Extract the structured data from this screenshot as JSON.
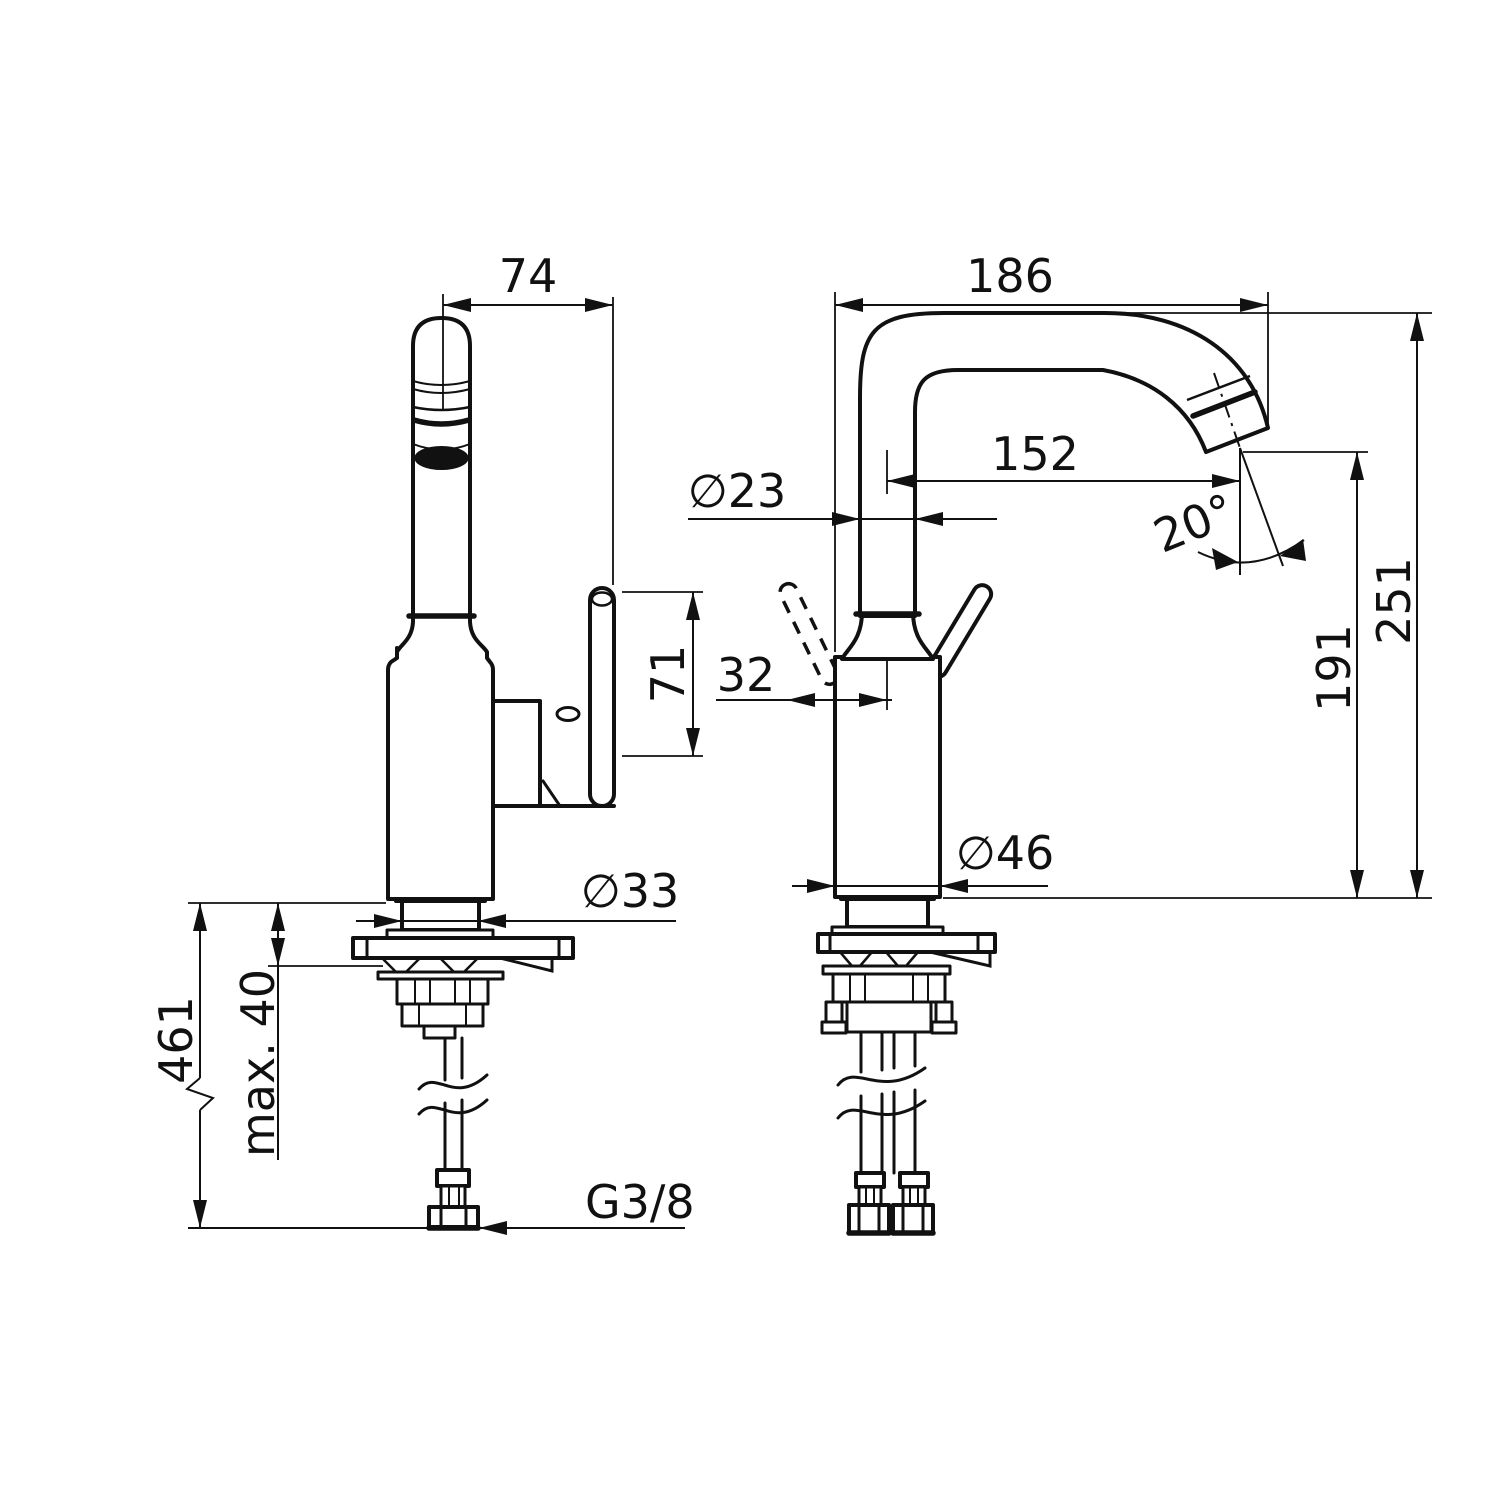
{
  "drawing": {
    "type": "technical-dimension-drawing",
    "subject": "single-lever basin faucet, two orthographic views",
    "background": "#ffffff",
    "line_color": "#111111",
    "dimensions": {
      "spout_side_offset": "74",
      "handle_height": "71",
      "shank_diameter": "∅33",
      "below_deck_length": "461",
      "deck_thickness_max": "max. 40",
      "supply_thread": "G3/8",
      "spout_reach_total": "186",
      "spout_reach_outlet": "152",
      "outlet_angle": "20°",
      "spout_tube_diameter": "∅23",
      "lever_offset": "32",
      "body_diameter": "∅46",
      "outlet_height": "191",
      "total_height": "251"
    }
  }
}
